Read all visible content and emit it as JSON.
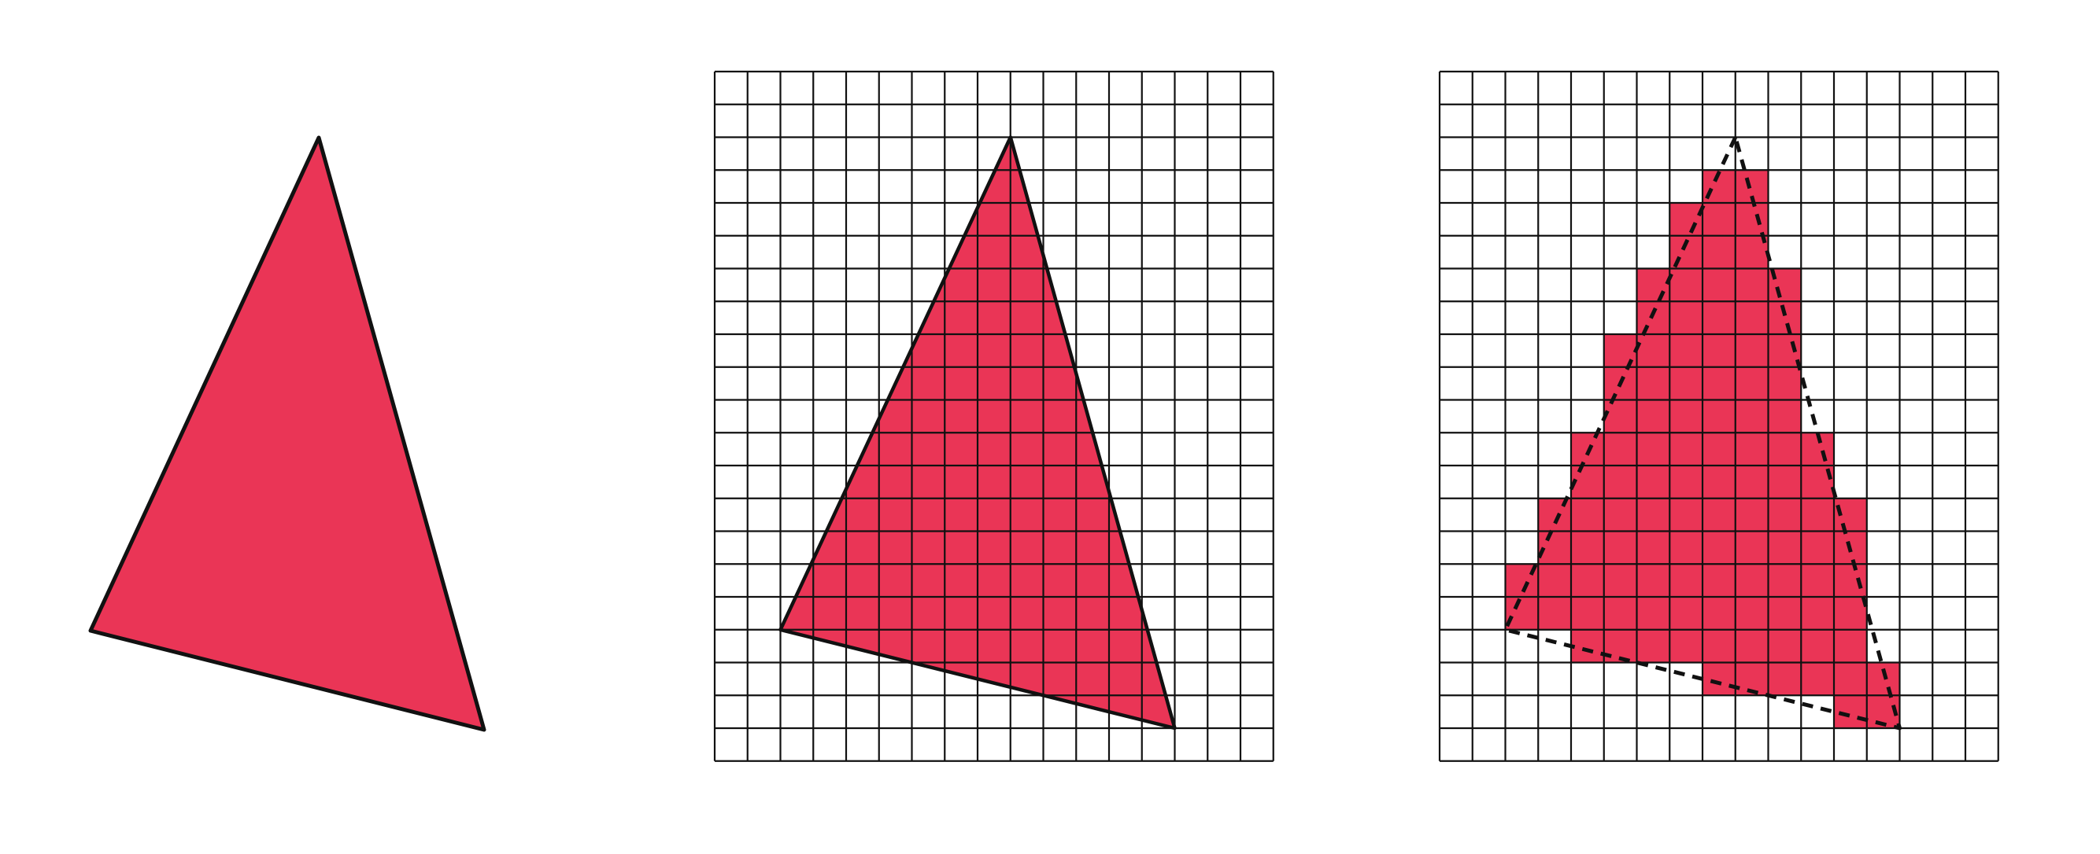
{
  "colors": {
    "fill": "#EA3556",
    "stroke": "#111111",
    "grid": "#111111",
    "background": "#FFFFFF"
  },
  "grid": {
    "columns": 17,
    "rows": 21
  },
  "triangle": {
    "vertices": [
      [
        9,
        2
      ],
      [
        2,
        17
      ],
      [
        14,
        20
      ]
    ]
  },
  "rasterized_cells": [
    [
      8,
      3
    ],
    [
      9,
      3
    ],
    [
      7,
      4
    ],
    [
      8,
      4
    ],
    [
      9,
      4
    ],
    [
      7,
      5
    ],
    [
      8,
      5
    ],
    [
      9,
      5
    ],
    [
      6,
      6
    ],
    [
      7,
      6
    ],
    [
      8,
      6
    ],
    [
      9,
      6
    ],
    [
      10,
      6
    ],
    [
      6,
      7
    ],
    [
      7,
      7
    ],
    [
      8,
      7
    ],
    [
      9,
      7
    ],
    [
      10,
      7
    ],
    [
      5,
      8
    ],
    [
      6,
      8
    ],
    [
      7,
      8
    ],
    [
      8,
      8
    ],
    [
      9,
      8
    ],
    [
      10,
      8
    ],
    [
      5,
      9
    ],
    [
      6,
      9
    ],
    [
      7,
      9
    ],
    [
      8,
      9
    ],
    [
      9,
      9
    ],
    [
      10,
      9
    ],
    [
      5,
      10
    ],
    [
      6,
      10
    ],
    [
      7,
      10
    ],
    [
      8,
      10
    ],
    [
      9,
      10
    ],
    [
      10,
      10
    ],
    [
      4,
      11
    ],
    [
      5,
      11
    ],
    [
      6,
      11
    ],
    [
      7,
      11
    ],
    [
      8,
      11
    ],
    [
      9,
      11
    ],
    [
      10,
      11
    ],
    [
      11,
      11
    ],
    [
      4,
      12
    ],
    [
      5,
      12
    ],
    [
      6,
      12
    ],
    [
      7,
      12
    ],
    [
      8,
      12
    ],
    [
      9,
      12
    ],
    [
      10,
      12
    ],
    [
      11,
      12
    ],
    [
      3,
      13
    ],
    [
      4,
      13
    ],
    [
      5,
      13
    ],
    [
      6,
      13
    ],
    [
      7,
      13
    ],
    [
      8,
      13
    ],
    [
      9,
      13
    ],
    [
      10,
      13
    ],
    [
      11,
      13
    ],
    [
      12,
      13
    ],
    [
      3,
      14
    ],
    [
      4,
      14
    ],
    [
      5,
      14
    ],
    [
      6,
      14
    ],
    [
      7,
      14
    ],
    [
      8,
      14
    ],
    [
      9,
      14
    ],
    [
      10,
      14
    ],
    [
      11,
      14
    ],
    [
      12,
      14
    ],
    [
      2,
      15
    ],
    [
      3,
      15
    ],
    [
      4,
      15
    ],
    [
      5,
      15
    ],
    [
      6,
      15
    ],
    [
      7,
      15
    ],
    [
      8,
      15
    ],
    [
      9,
      15
    ],
    [
      10,
      15
    ],
    [
      11,
      15
    ],
    [
      12,
      15
    ],
    [
      2,
      16
    ],
    [
      3,
      16
    ],
    [
      4,
      16
    ],
    [
      5,
      16
    ],
    [
      6,
      16
    ],
    [
      7,
      16
    ],
    [
      8,
      16
    ],
    [
      9,
      16
    ],
    [
      10,
      16
    ],
    [
      11,
      16
    ],
    [
      12,
      16
    ],
    [
      4,
      17
    ],
    [
      5,
      17
    ],
    [
      6,
      17
    ],
    [
      7,
      17
    ],
    [
      8,
      17
    ],
    [
      9,
      17
    ],
    [
      10,
      17
    ],
    [
      11,
      17
    ],
    [
      12,
      17
    ],
    [
      8,
      18
    ],
    [
      9,
      18
    ],
    [
      10,
      18
    ],
    [
      11,
      18
    ],
    [
      12,
      18
    ],
    [
      13,
      18
    ],
    [
      12,
      19
    ],
    [
      13,
      19
    ]
  ]
}
